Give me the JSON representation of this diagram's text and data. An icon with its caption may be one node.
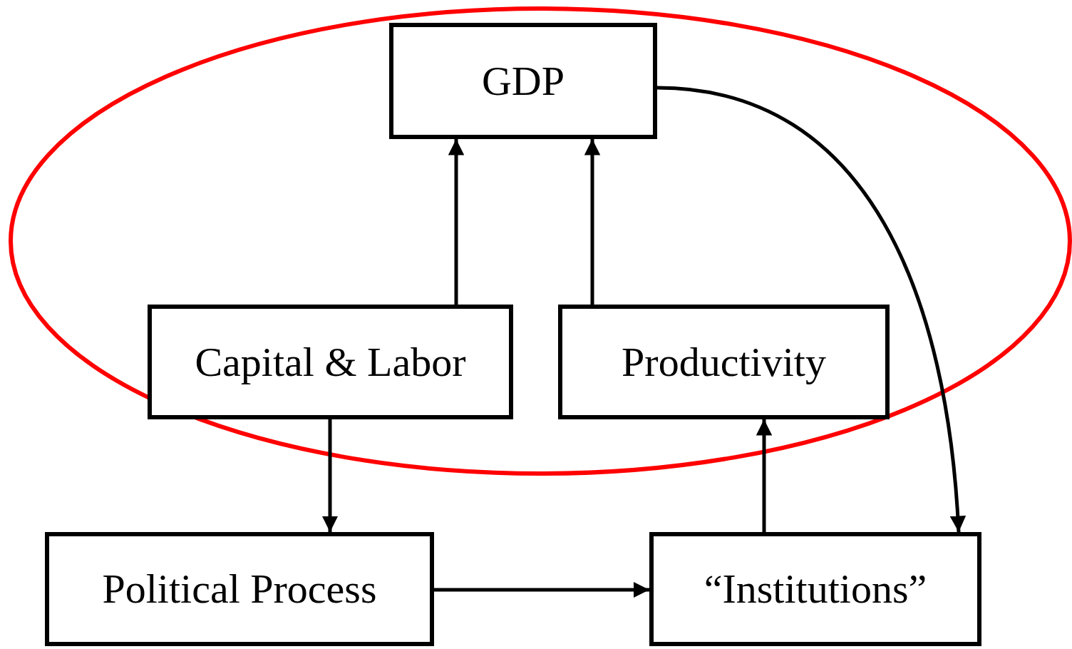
{
  "diagram": {
    "nodes": [
      {
        "text": [
          "GDP"
        ]
      },
      {
        "text": [
          "Capital & Labor"
        ]
      },
      {
        "text": [
          "Productivity"
        ]
      },
      {
        "text": [
          "Political Process"
        ]
      },
      {
        "text": [
          "“Institutions”"
        ]
      }
    ],
    "edges": [
      {
        "from": 1,
        "to": 0,
        "arrow": "to"
      },
      {
        "from": 2,
        "to": 0,
        "arrow": "to"
      },
      {
        "from": 1,
        "to": 3,
        "arrow": "to"
      },
      {
        "from": 3,
        "to": 4,
        "arrow": "to"
      },
      {
        "from": 4,
        "to": 2,
        "arrow": "to"
      },
      {
        "from": 0,
        "to": 4,
        "arrow": "to"
      }
    ]
  }
}
